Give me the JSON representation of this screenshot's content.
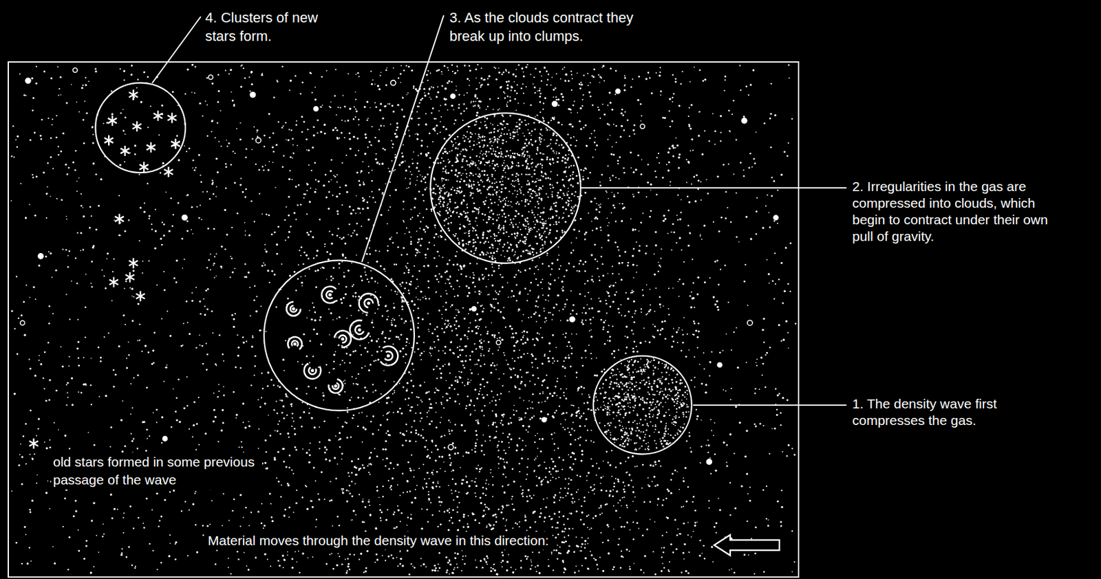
{
  "diagram": {
    "labels": [
      "4. Clusters of new stars form.",
      "3. As the clouds contract they break up into clumps.",
      "2. Irregularities in the gas are compressed into clouds, which begin to contract under their own pull of gravity.",
      "1. The density wave first compresses the gas.",
      "old stars formed in some previous passage of the wave",
      "Material moves through the density wave in this direction:"
    ]
  }
}
